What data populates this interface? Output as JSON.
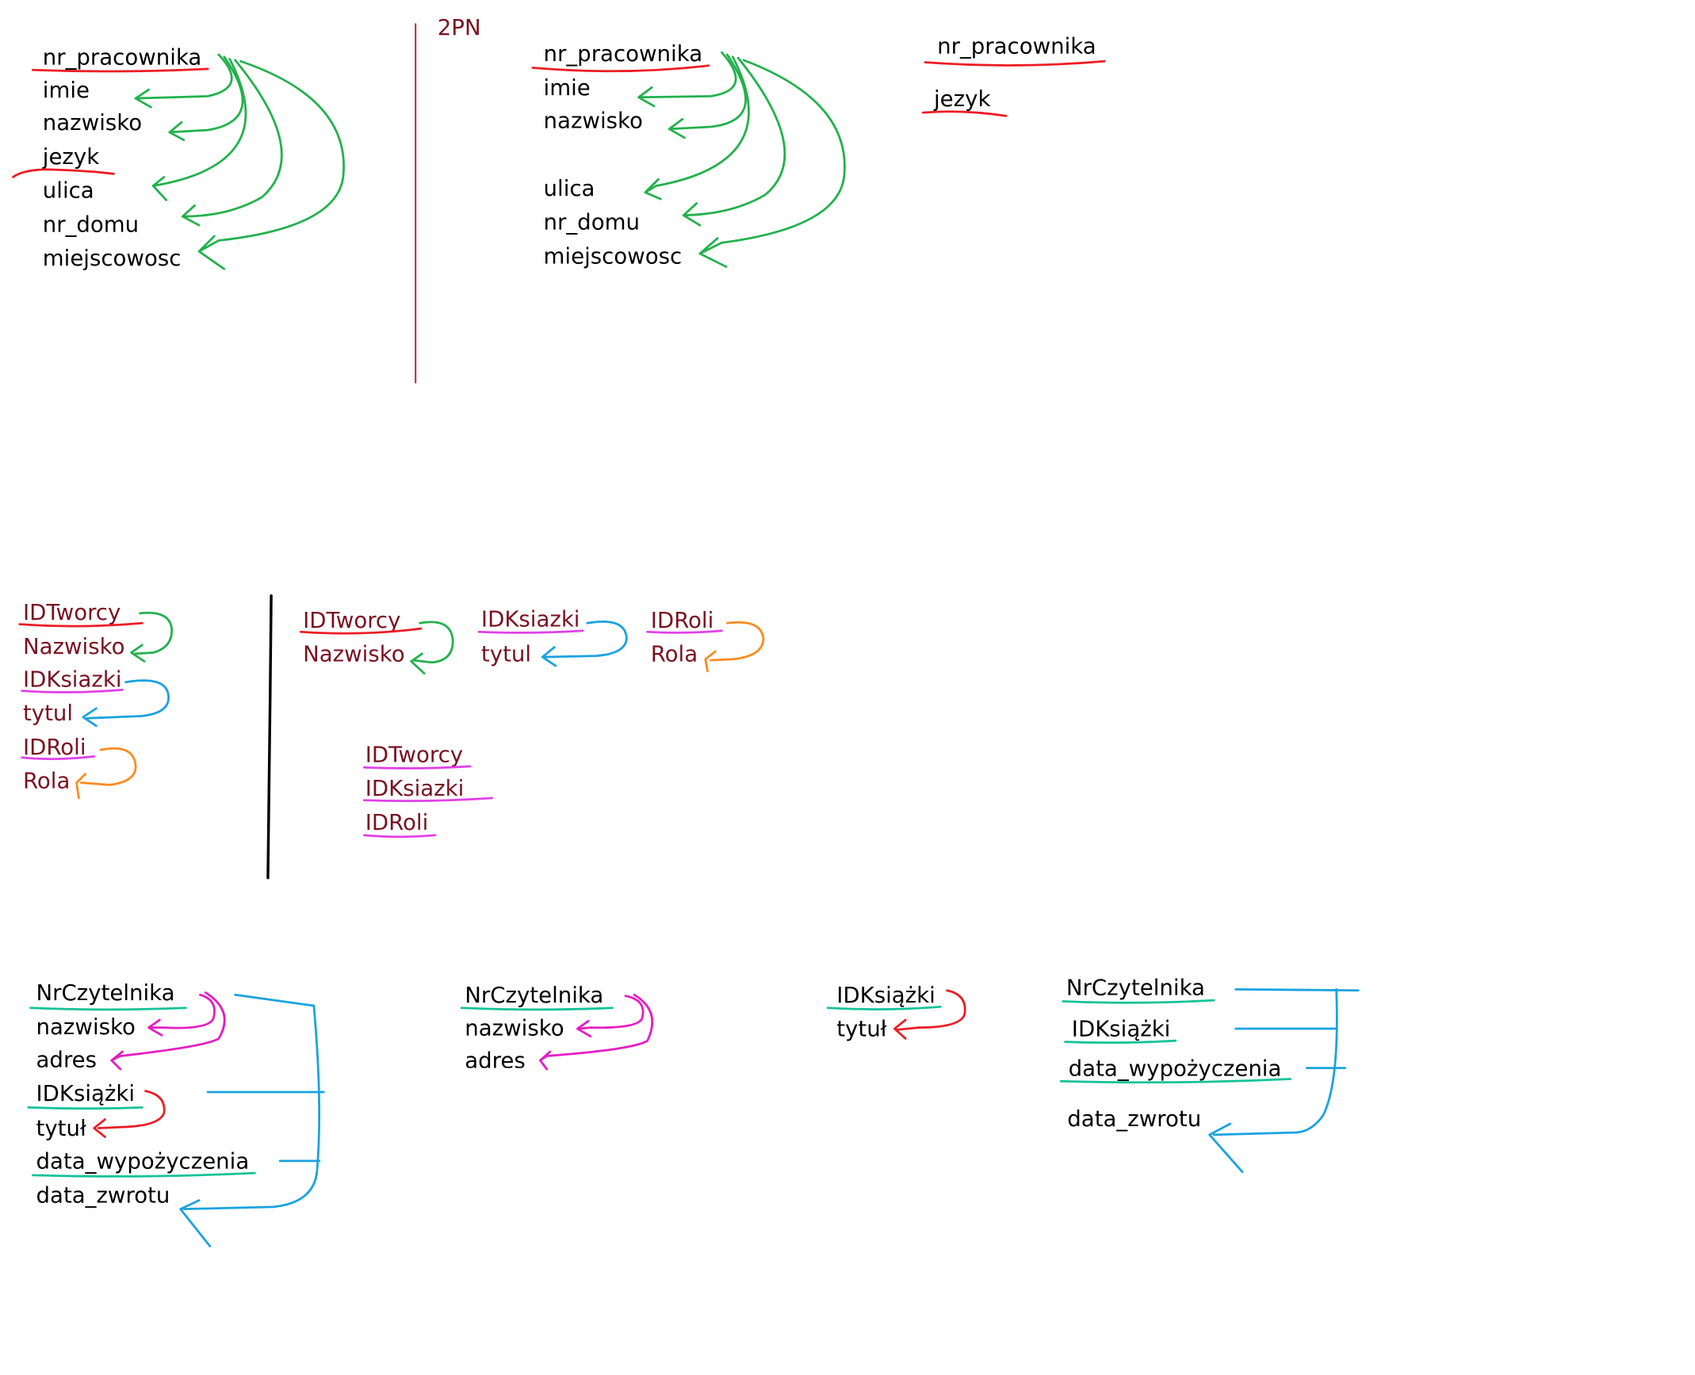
{
  "label_2pn": "2PN",
  "diagram1": {
    "left": [
      "nr_pracownika",
      "imie",
      "nazwisko",
      "jezyk",
      "ulica",
      "nr_domu",
      "miejscowosc"
    ],
    "mid": [
      "nr_pracownika",
      "imie",
      "nazwisko",
      "ulica",
      "nr_domu",
      "miejscowosc"
    ],
    "right": [
      "nr_pracownika",
      "jezyk"
    ]
  },
  "diagram2": {
    "left": [
      "IDTworcy",
      "Nazwisko",
      "IDKsiazki",
      "tytul",
      "IDRoli",
      "Rola"
    ],
    "group_tworcy": [
      "IDTworcy",
      "Nazwisko"
    ],
    "group_ksiazki": [
      "IDKsiazki",
      "tytul"
    ],
    "group_role": [
      "IDRoli",
      "Rola"
    ],
    "junction": [
      "IDTworcy",
      "IDKsiazki",
      "IDRoli"
    ]
  },
  "diagram3": {
    "left": [
      "NrCzytelnika",
      "nazwisko",
      "adres",
      "IDKsiążki",
      "tytuł",
      "data_wypożyczenia",
      "data_zwrotu"
    ],
    "czytelnik": [
      "NrCzytelnika",
      "nazwisko",
      "adres"
    ],
    "ksiazka": [
      "IDKsiążki",
      "tytuł"
    ],
    "wypozyczenie": [
      "NrCzytelnika",
      "IDKsiążki",
      "data_wypożyczenia",
      "data_zwrotu"
    ]
  },
  "colors": {
    "green": "#22b14c",
    "red": "#ed1c24",
    "maroon": "#7a1020",
    "blue": "#19a2e0",
    "magenta": "#e61cc4",
    "orange": "#ff8a1e",
    "pink": "#e040e8",
    "teal": "#14c29a",
    "divider_red": "#b03040",
    "divider_black": "#000000"
  }
}
